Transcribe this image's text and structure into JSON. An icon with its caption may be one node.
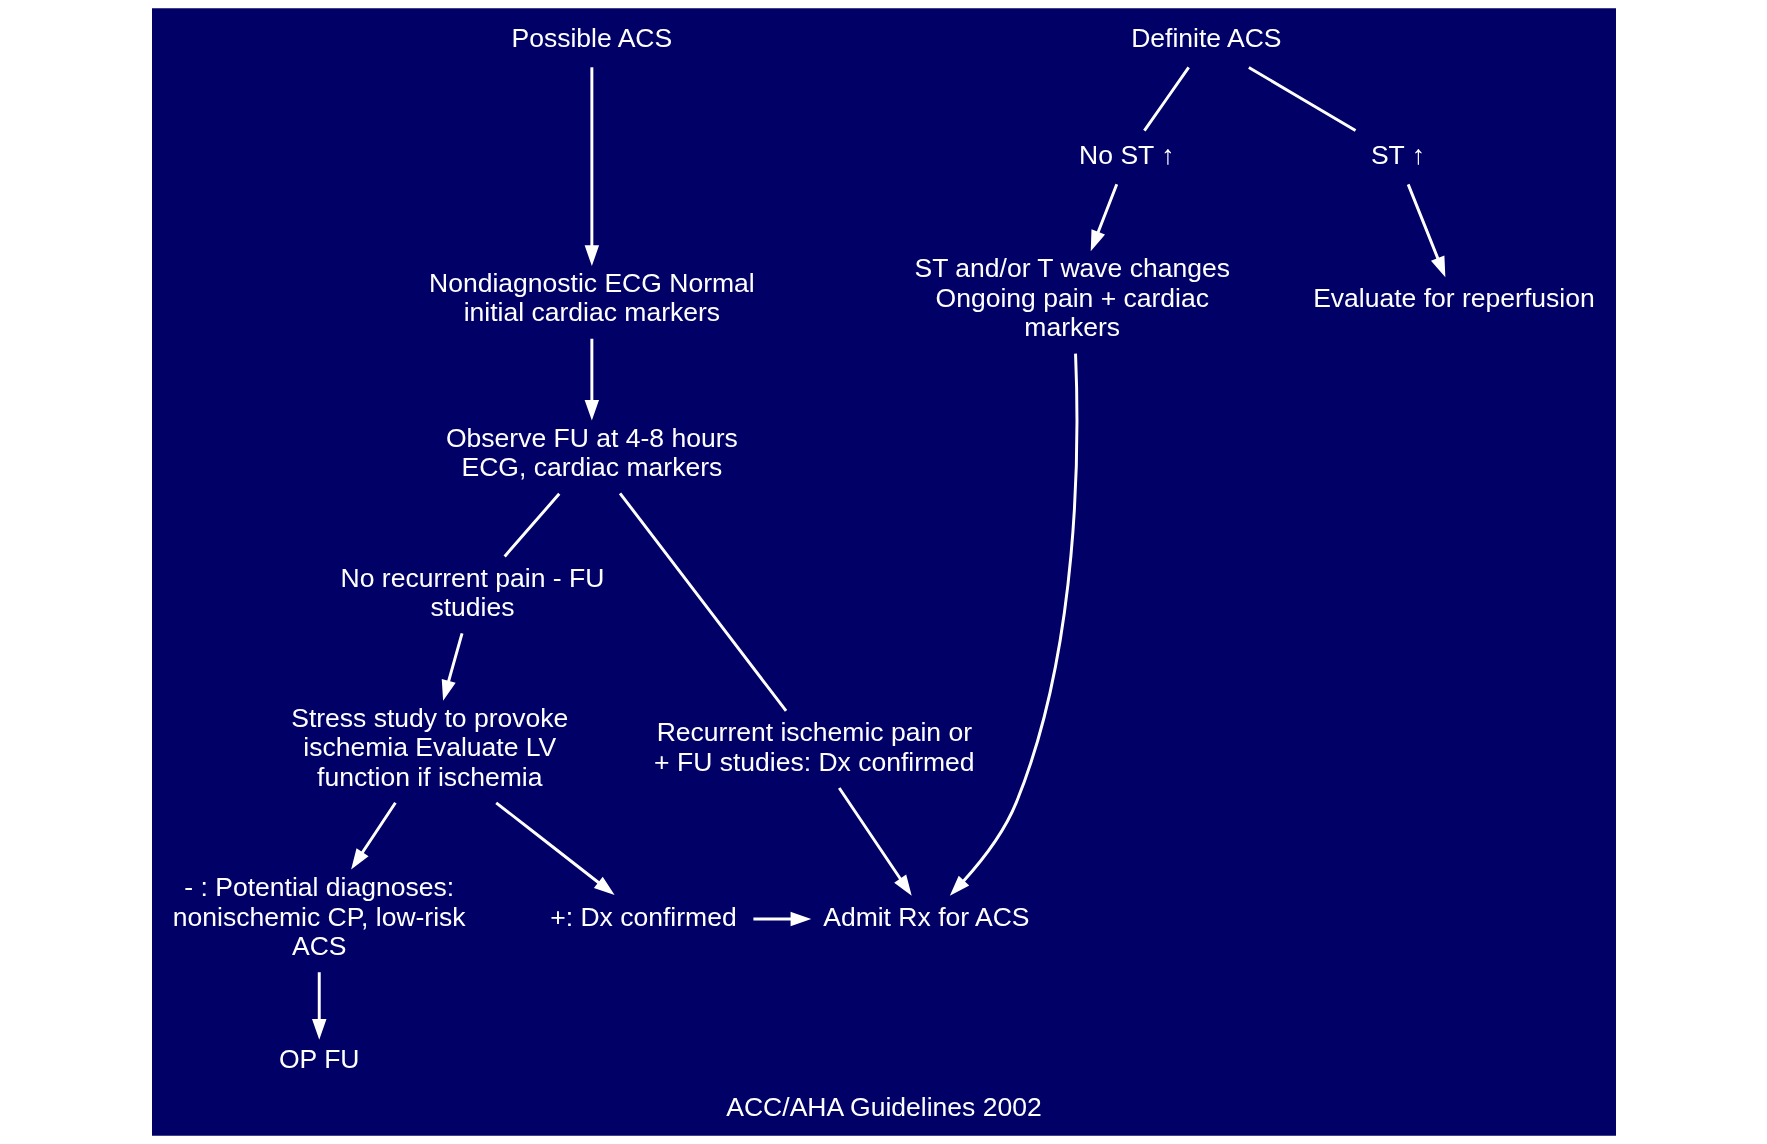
{
  "diagram": {
    "caption": "ACC/AHA Guidelines 2002",
    "nodes": [
      {
        "text": [
          "Possible ACS"
        ]
      },
      {
        "text": [
          "Definite ACS"
        ]
      },
      {
        "text": [
          "No ST ↑"
        ]
      },
      {
        "text": [
          "ST ↑"
        ]
      },
      {
        "text": [
          "Nondiagnostic ECG Normal initial cardiac markers"
        ]
      },
      {
        "text": [
          "ST and/or T wave changes Ongoing pain + cardiac markers"
        ]
      },
      {
        "text": [
          "Evaluate for reperfusion"
        ]
      },
      {
        "text": [
          "Observe FU at 4-8 hours ECG, cardiac markers"
        ]
      },
      {
        "text": [
          "No recurrent pain - FU studies"
        ]
      },
      {
        "text": [
          "Recurrent ischemic pain or + FU studies: Dx confirmed"
        ]
      },
      {
        "text": [
          "Stress study to provoke ischemia Evaluate LV function if ischemia"
        ]
      },
      {
        "text": [
          "- : Potential diagnoses: nonischemic CP, low-risk ACS"
        ]
      },
      {
        "text": [
          "+: Dx confirmed"
        ]
      },
      {
        "text": [
          "Admit Rx for ACS"
        ]
      },
      {
        "text": [
          "OP FU"
        ]
      }
    ],
    "edges": [
      {
        "from": 0,
        "to": 4,
        "arrow": "to"
      },
      {
        "from": 1,
        "to": 2,
        "arrow": "none"
      },
      {
        "from": 1,
        "to": 3,
        "arrow": "none"
      },
      {
        "from": 2,
        "to": 5,
        "arrow": "to"
      },
      {
        "from": 3,
        "to": 6,
        "arrow": "to"
      },
      {
        "from": 4,
        "to": 7,
        "arrow": "to"
      },
      {
        "from": 7,
        "to": 8,
        "arrow": "none"
      },
      {
        "from": 7,
        "to": 9,
        "arrow": "none"
      },
      {
        "from": 8,
        "to": 10,
        "arrow": "to"
      },
      {
        "from": 10,
        "to": 11,
        "arrow": "to"
      },
      {
        "from": 10,
        "to": 12,
        "arrow": "to"
      },
      {
        "from": 9,
        "to": 13,
        "arrow": "to"
      },
      {
        "from": 5,
        "to": 13,
        "arrow": "to"
      },
      {
        "from": 12,
        "to": 13,
        "arrow": "to"
      },
      {
        "from": 11,
        "to": 14,
        "arrow": "to"
      }
    ]
  }
}
